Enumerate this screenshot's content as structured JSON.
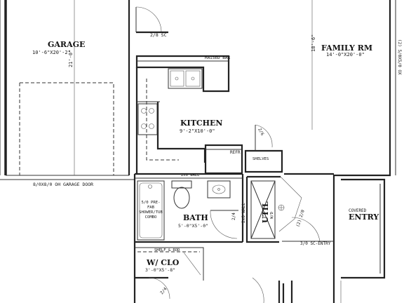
{
  "rooms": {
    "garage": {
      "name": "GARAGE",
      "dims": "10'-6\"X20'-2\"",
      "vertical_dim": "21'-0\"",
      "door_label": "8/0X8/0 OH GARAGE DOOR"
    },
    "family": {
      "name": "FAMILY RM",
      "dims": "14'-0\"X20'-0\"",
      "vertical_dim": "18'-6\"",
      "edge_note": "(2) 5/0X5/0 OX"
    },
    "kitchen": {
      "name": "KITCHEN",
      "dims": "9'-2\"X10'-0\"",
      "raised_bar": "RAISED BAR",
      "refr": "REFR",
      "shelves": "SHELVES"
    },
    "bath": {
      "name": "BATH",
      "dims": "5'-0\"X5'-0\"",
      "wall_note": "2x6 WALL",
      "tub_note": "5/0 PRE-FAB SHOWER/TUB COMBO"
    },
    "util": {
      "name": "UTIL",
      "wd": "W/D",
      "wall_note": "2x6 WALL"
    },
    "wiclo": {
      "name": "W/ CLO",
      "dims": "3'-0\"X5'-8\"",
      "shelf": "SHELF & ROD"
    },
    "entry": {
      "name": "ENTRY",
      "covered": "COVERED"
    }
  },
  "doors": {
    "sc_top": "2/8 SC",
    "bi_fold": "2/6",
    "bath_door": "2/4",
    "clo_door": "2/4",
    "util_door": "(2) 2/0",
    "entry_door": "3/0 SC-ENTRY"
  }
}
